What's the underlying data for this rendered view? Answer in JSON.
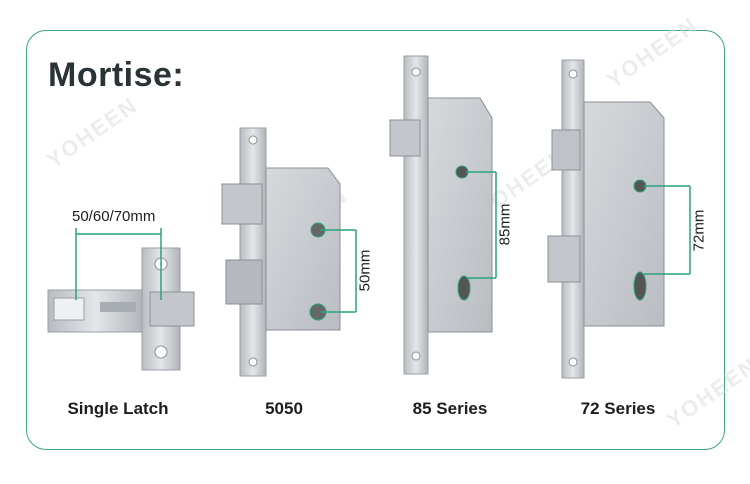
{
  "title": "Mortise:",
  "watermark": "YOHEEN",
  "products": [
    {
      "name": "Single Latch",
      "dimension": "50/60/70mm"
    },
    {
      "name": "5050",
      "dimension": "50mm"
    },
    {
      "name": "85 Series",
      "dimension": "85mm"
    },
    {
      "name": "72 Series",
      "dimension": "72mm"
    }
  ],
  "colors": {
    "border": "#3aa876",
    "accent": "#2aa37a",
    "metal": "#c9ccd0"
  }
}
